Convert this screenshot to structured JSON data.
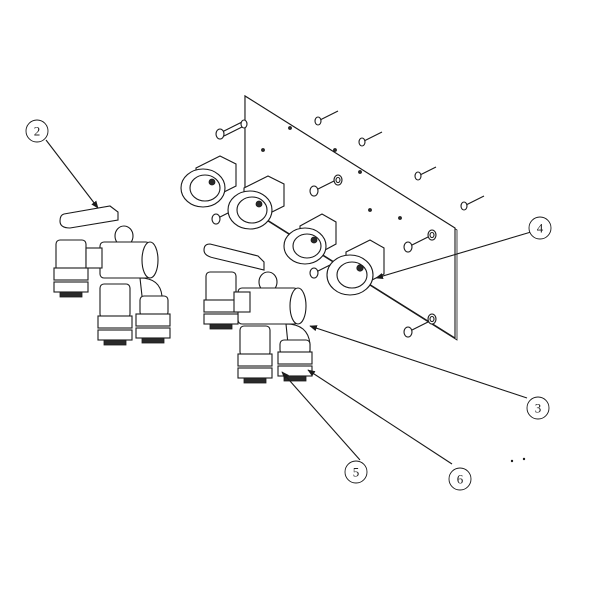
{
  "diagram": {
    "callouts": [
      {
        "id": "c2",
        "label": "2"
      },
      {
        "id": "c3",
        "label": "3"
      },
      {
        "id": "c4",
        "label": "4"
      },
      {
        "id": "c5",
        "label": "5"
      },
      {
        "id": "c6",
        "label": "6"
      }
    ]
  },
  "colors": {
    "line": "#1a1a1a",
    "background": "#ffffff"
  }
}
